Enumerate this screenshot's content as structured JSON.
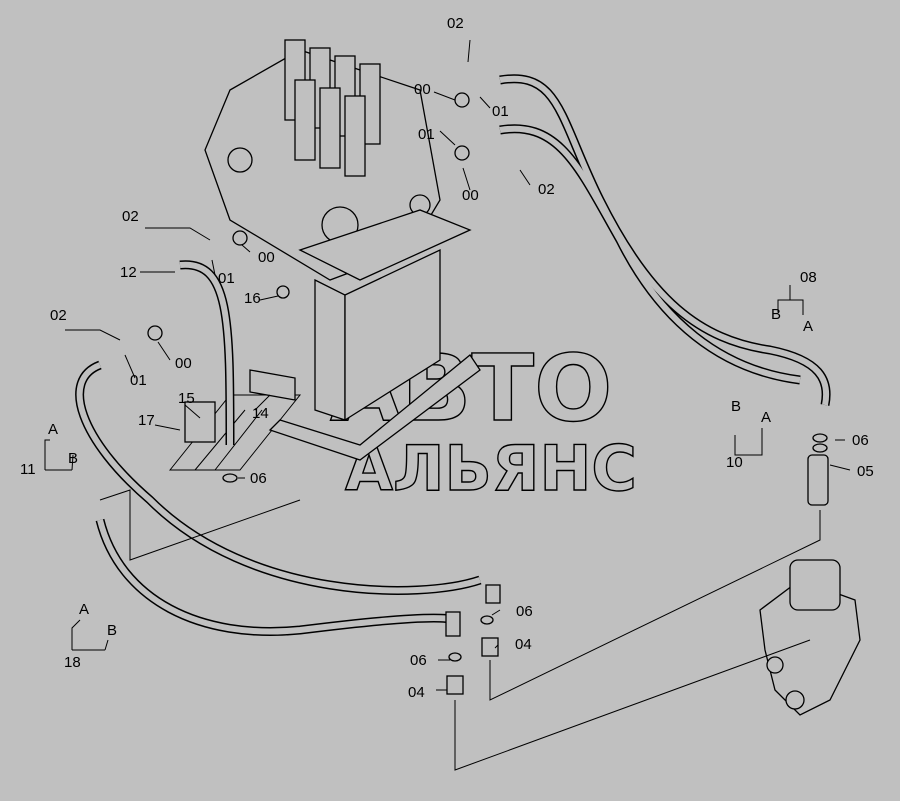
{
  "diagram": {
    "background": "#c0c0c0",
    "watermark": {
      "line1": "АВТО",
      "line2": "АЛЬЯНС"
    },
    "labels": [
      "02",
      "00",
      "01",
      "01",
      "00",
      "02",
      "02",
      "00",
      "12",
      "01",
      "16",
      "02",
      "00",
      "01",
      "15",
      "17",
      "14",
      "06",
      "A",
      "11",
      "B",
      "08",
      "B",
      "A",
      "B",
      "A",
      "10",
      "06",
      "05",
      "06",
      "04",
      "06",
      "04",
      "18",
      "A",
      "B"
    ]
  }
}
